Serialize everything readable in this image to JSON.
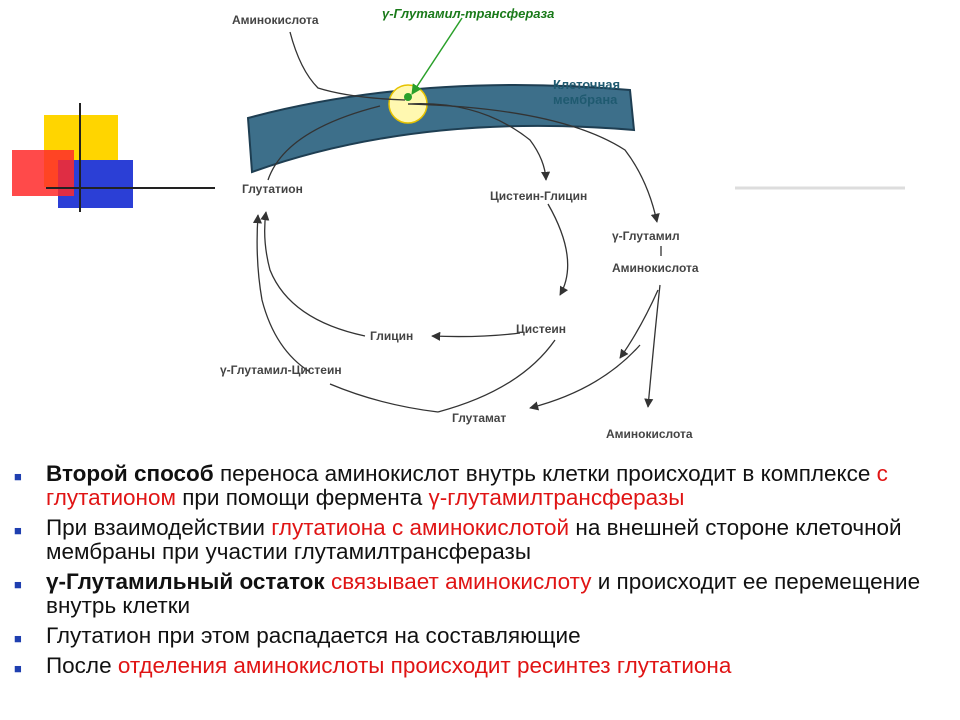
{
  "diagram": {
    "enzyme_label": "γ-Глутамил-трансфераза",
    "membrane_label_line1": "Клеточная",
    "membrane_label_line2": "мембрана",
    "labels": {
      "amino_top": "Аминокислота",
      "glutathione": "Глутатион",
      "cys_gly": "Цистеин-Глицин",
      "glutamyl": "γ-Глутамил",
      "amino_mid": "Аминокислота",
      "glycine": "Глицин",
      "cysteine": "Цистеин",
      "glutamyl_cys": "γ-Глутамил-Цистеин",
      "glutamate": "Глутамат",
      "amino_bottom": "Аминокислота"
    }
  },
  "bullets": [
    {
      "segments": [
        {
          "text": "Второй способ",
          "style": "bold"
        },
        {
          "text": " переноса аминокислот внутрь клетки происходит в комплексе ",
          "style": "normal"
        },
        {
          "text": "с глутатионом",
          "style": "red"
        },
        {
          "text": " при помощи фермента ",
          "style": "normal"
        },
        {
          "text": "γ-глутамилтрансферазы",
          "style": "red"
        }
      ]
    },
    {
      "segments": [
        {
          "text": "При взаимодействии ",
          "style": "normal"
        },
        {
          "text": "глутатиона с аминокислотой",
          "style": "red"
        },
        {
          "text": " на внешней стороне клеточной мембраны при участии глутамилтрансферазы",
          "style": "normal"
        }
      ]
    },
    {
      "segments": [
        {
          "text": "γ-Глутамильный остаток",
          "style": "bold"
        },
        {
          "text": " ",
          "style": "normal"
        },
        {
          "text": "связывает аминокислоту",
          "style": "red"
        },
        {
          "text": " и происходит ее перемещение внутрь клетки",
          "style": "normal"
        }
      ]
    },
    {
      "segments": [
        {
          "text": "Глутатион при этом распадается на составляющие",
          "style": "normal"
        }
      ]
    },
    {
      "segments": [
        {
          "text": "После ",
          "style": "normal"
        },
        {
          "text": "отделения аминокислоты происходит ресинтез глутатиона",
          "style": "red"
        }
      ]
    }
  ],
  "colors": {
    "membrane_fill": "#3d6f8a",
    "accent_red": "#e01414",
    "bullet_marker": "#1f3fb0",
    "enzyme_green": "#1a7a1a"
  }
}
